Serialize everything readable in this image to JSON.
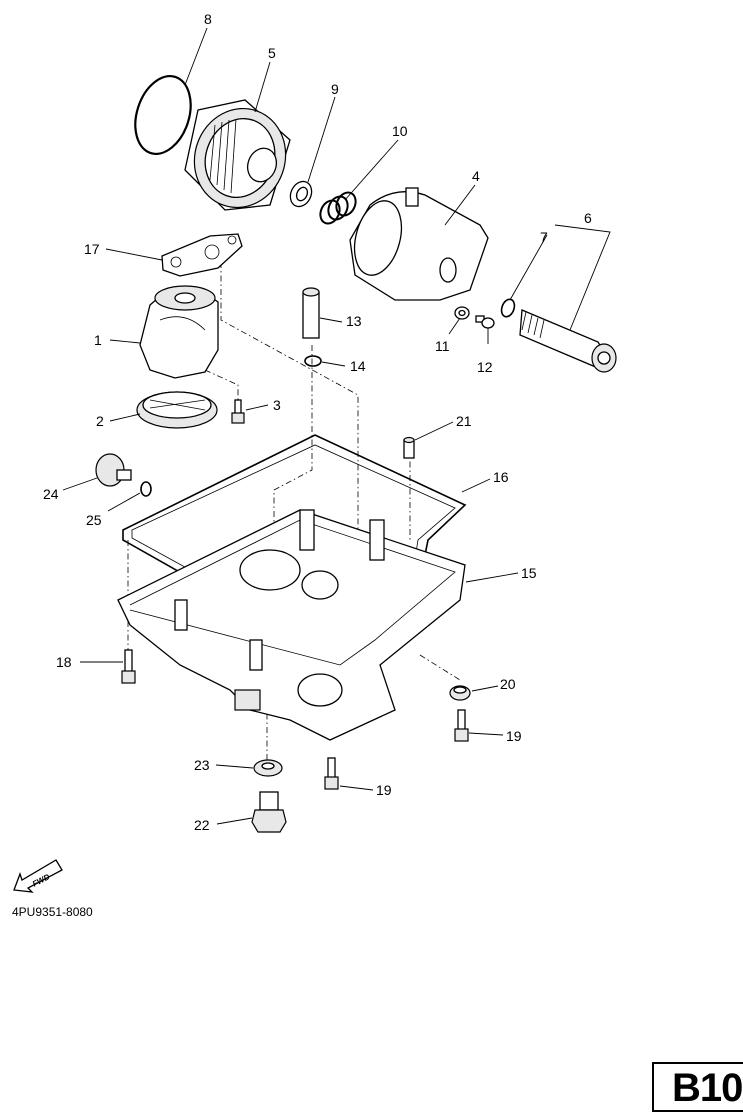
{
  "labels": {
    "p1": "1",
    "p2": "2",
    "p3": "3",
    "p4": "4",
    "p5": "5",
    "p6": "6",
    "p7": "7",
    "p8": "8",
    "p9": "9",
    "p10": "10",
    "p11": "11",
    "p12": "12",
    "p13": "13",
    "p14": "14",
    "p15": "15",
    "p16": "16",
    "p17": "17",
    "p18": "18",
    "p19a": "19",
    "p19b": "19",
    "p20": "20",
    "p21": "21",
    "p22": "22",
    "p23": "23",
    "p24": "24",
    "p25": "25"
  },
  "fwd_arrow_text": "FWD",
  "reference_code": "4PU9351-8080",
  "page_code": "B10",
  "icons": {
    "fwd_arrow": "forward-arrow-icon"
  }
}
